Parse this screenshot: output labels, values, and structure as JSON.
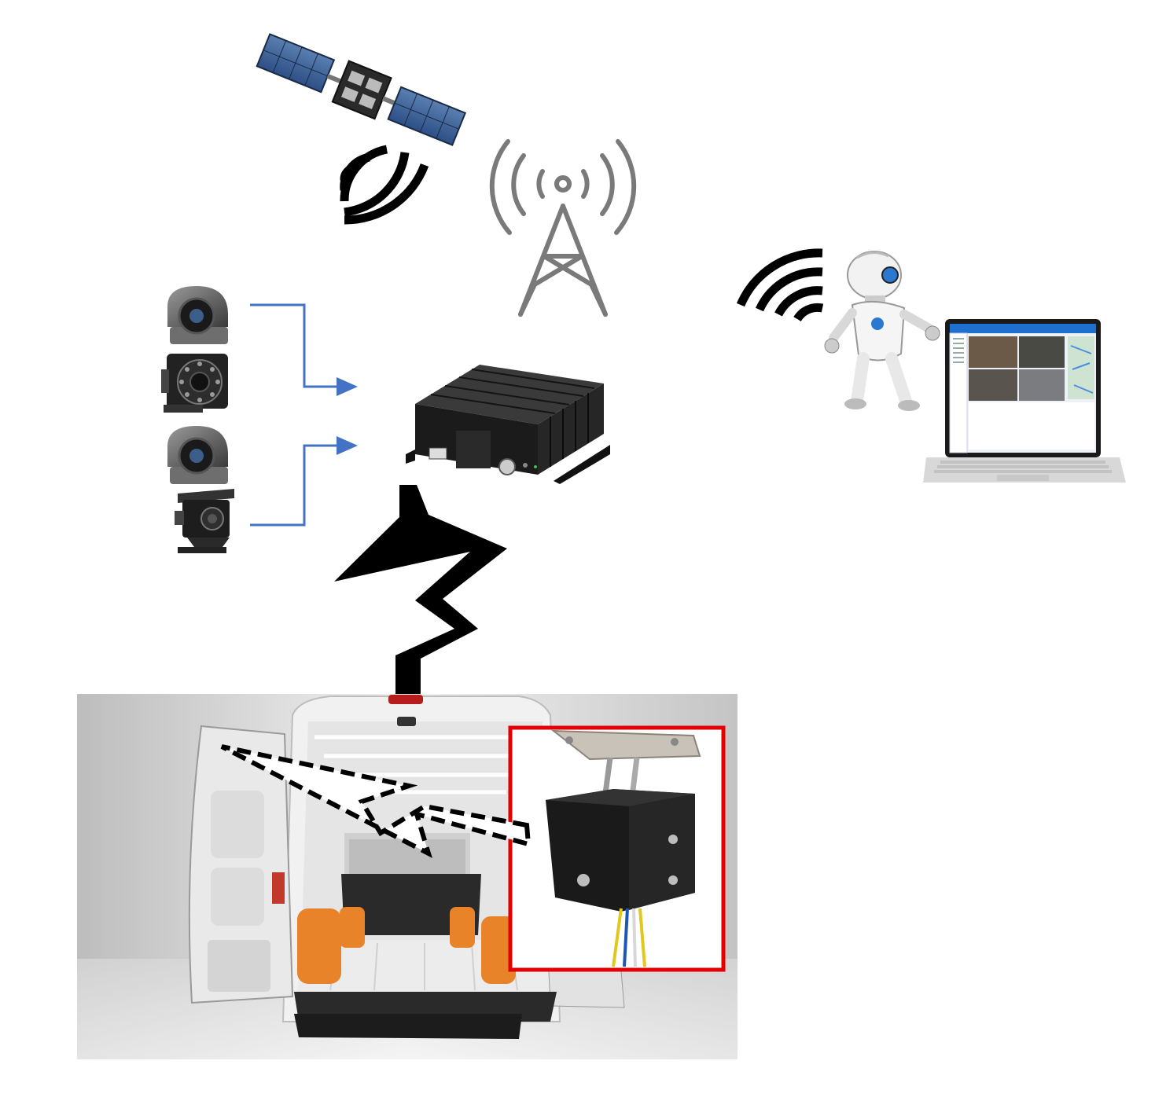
{
  "diagram": {
    "nodes": [
      {
        "id": "gps-satellite",
        "label": ""
      },
      {
        "id": "cell-tower",
        "label": ""
      },
      {
        "id": "camera-dome-1",
        "label": ""
      },
      {
        "id": "camera-square-ir",
        "label": ""
      },
      {
        "id": "camera-dome-2",
        "label": ""
      },
      {
        "id": "camera-rear-view",
        "label": ""
      },
      {
        "id": "mobile-dvr",
        "label": ""
      },
      {
        "id": "monitoring-laptop",
        "label": ""
      },
      {
        "id": "robot",
        "label": ""
      },
      {
        "id": "cargo-van",
        "label": ""
      },
      {
        "id": "electronic-door-lock",
        "label": ""
      }
    ],
    "edges": [
      {
        "from": "camera-dome-1",
        "to": "mobile-dvr",
        "style": "blue-arrow"
      },
      {
        "from": "camera-rear-view",
        "to": "mobile-dvr",
        "style": "blue-arrow"
      },
      {
        "from": "mobile-dvr",
        "to": "cargo-van",
        "style": "zigzag-cable"
      },
      {
        "from": "electronic-door-lock",
        "to": "cargo-van",
        "style": "dashed-arrow"
      }
    ]
  },
  "colors": {
    "connector": "#4472c4",
    "signal": "#000000",
    "tower": "#7a7a7a",
    "highlight": "#e30000",
    "dvr": "#1b1b1b",
    "cargo": "#e8832a"
  }
}
